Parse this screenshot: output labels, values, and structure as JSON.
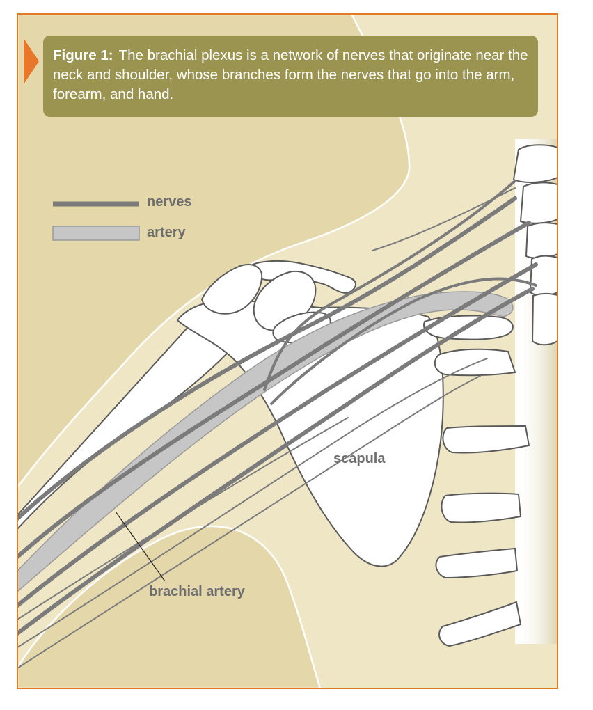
{
  "caption": {
    "label": "Figure 1:",
    "text": "The brachial plexus is a network of nerves that originate near the neck and shoulder, whose branches form the nerves that go into the arm, forearm, and hand."
  },
  "legend": {
    "nerves": "nerves",
    "artery": "artery"
  },
  "labels": {
    "scapula": "scapula",
    "brachial_artery": "brachial artery"
  },
  "colors": {
    "frame_border": "#e07a26",
    "background": "#efe6c6",
    "body_shape": "#e4d7aa",
    "caption_bg": "#9a9450",
    "nerve": "#7b7b7b",
    "artery_fill": "#c6c6c6",
    "bone_fill": "#ffffff",
    "bone_outline": "#5a5a5a",
    "label_text": "#6e6e6e"
  }
}
